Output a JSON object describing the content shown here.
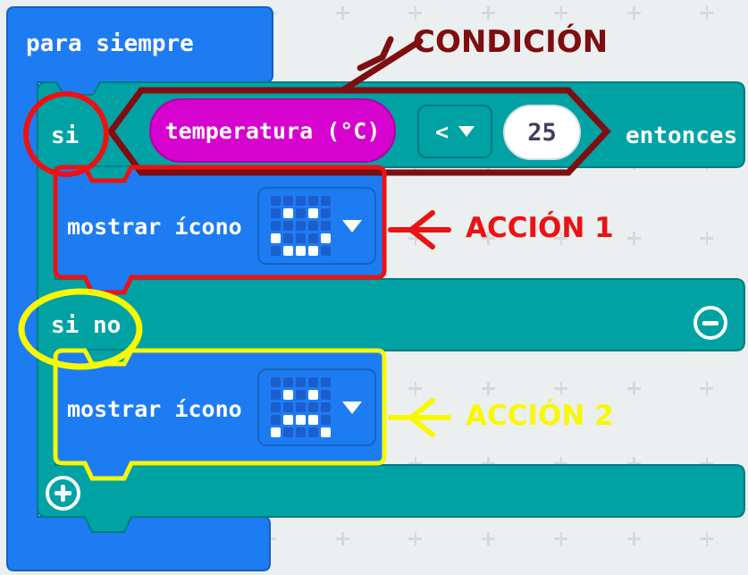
{
  "colors": {
    "bg": "#ebefef",
    "grid_mark": "#d4dadb",
    "blue": "#1e7cf2",
    "blue_dark": "#1360c4",
    "teal": "#00a2a4",
    "teal_dark": "#007d80",
    "magenta": "#d602ce",
    "magenta_dark": "#ad00a5",
    "red": "#ec1212",
    "yellow": "#f8f800",
    "maroon": "#7e0e10",
    "number_text": "#403f60",
    "cell_dark": "#1c5ecb"
  },
  "blocks": {
    "forever": {
      "label": "para siempre"
    },
    "if": {
      "if_label": "si",
      "then_label": "entonces",
      "else_label": "si no"
    },
    "condition": {
      "sensor_label": "temperatura (°C)",
      "operator": "<",
      "value": "25"
    },
    "action1": {
      "label": "mostrar ícono",
      "icon_name": "happy-face",
      "icon_rows": [
        "00000",
        "01010",
        "00000",
        "10001",
        "01110"
      ]
    },
    "action2": {
      "label": "mostrar ícono",
      "icon_name": "sad-face",
      "icon_rows": [
        "00000",
        "01010",
        "00000",
        "01110",
        "10001"
      ]
    }
  },
  "annotations": {
    "condition_label": "CONDICIÓN",
    "action1_label": "ACCIÓN 1",
    "action2_label": "ACCIÓN 2"
  }
}
